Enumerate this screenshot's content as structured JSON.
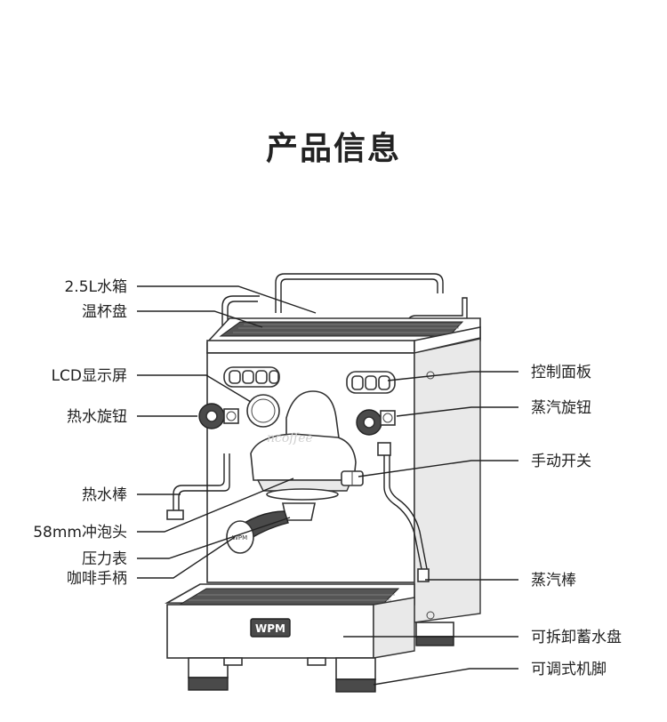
{
  "title": "产品信息",
  "labels": {
    "water_tank": "2.5L水箱",
    "cup_warmer": "温杯盘",
    "lcd_display": "LCD显示屏",
    "hot_water_knob": "热水旋钮",
    "hot_water_wand": "热水棒",
    "brew_head": "58mm冲泡头",
    "pressure_gauge": "压力表",
    "portafilter": "咖啡手柄",
    "control_panel": "控制面板",
    "steam_knob": "蒸汽旋钮",
    "manual_switch": "手动开关",
    "steam_wand": "蒸汽棒",
    "drip_tray": "可拆卸蓄水盘",
    "adjustable_feet": "可调式机脚"
  },
  "brand": {
    "logo_text": "WPM",
    "watermark": "ncoffee"
  }
}
